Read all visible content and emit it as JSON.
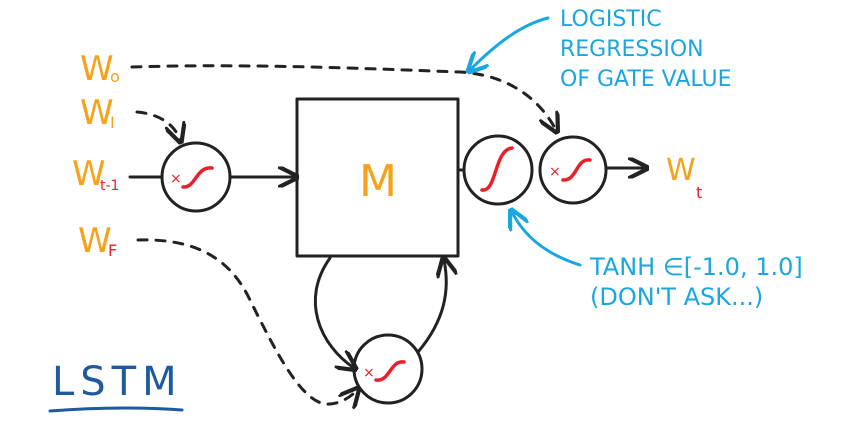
{
  "inputs": {
    "w_o": {
      "main": "W",
      "sub": "o"
    },
    "w_i": {
      "main": "W",
      "sub": "I"
    },
    "w_t1": {
      "main": "W",
      "sub": "t-1"
    },
    "w_f": {
      "main": "W",
      "sub": "F"
    }
  },
  "output": {
    "main": "W",
    "sub": "t"
  },
  "memory": {
    "label": "M"
  },
  "gate_mark": "×",
  "annotations": {
    "logistic": [
      "LOGISTIC",
      "REGRESSION",
      "OF GATE VALUE"
    ],
    "tanh": [
      "TANH ∈[-1.0, 1.0]",
      "(DON'T ASK...)"
    ]
  },
  "title": "LSTM",
  "colors": {
    "orange": "#f7a21b",
    "red": "#e8202a",
    "blue": "#1aa6e0",
    "navy": "#1f5a9e",
    "ink": "#222222"
  }
}
